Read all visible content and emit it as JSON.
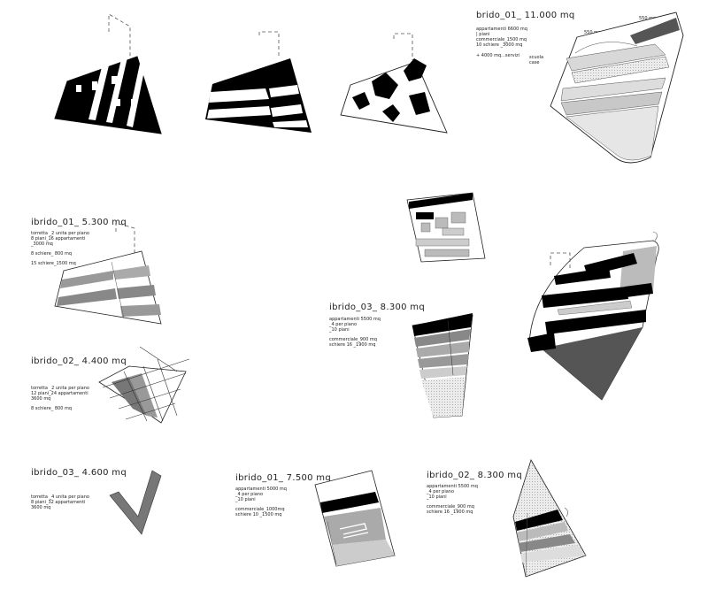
{
  "panels": {
    "brido_01_11000": {
      "title": "brido_01_ 11.000 mq",
      "lines": [
        "appartamenti 6600 mq",
        "| piani",
        "commerciale_1500 mq",
        "10 schiere      _3000 mq",
        "",
        "+ 4000 mq...servizi"
      ],
      "side_note_1": "scuola",
      "side_note_2": "case",
      "map_label_1": "550 mq",
      "map_label_2": "550 mq"
    },
    "ibrido_01_5300": {
      "title": "ibrido_01_ 5.300 mq",
      "lines": [
        "torretta _2 unita per piano",
        "8 piani_16 appartamenti",
        "_3000 mq",
        "",
        "8 schiere_ 800 mq",
        "",
        "15 schiere_1500 mq"
      ]
    },
    "ibrido_02_4400": {
      "title": "ibrido_02_ 4.400 mq",
      "lines": [
        "torretta _2 unita per piano",
        "12 piani_24 appartamenti",
        "3600 mq",
        "",
        "8 schiere_ 800 mq"
      ]
    },
    "ibrido_03_4600": {
      "title": "ibrido_03_ 4.600 mq",
      "lines": [
        "torretta _4 unita per piano",
        "8 piani_32 appartamenti",
        "3600 mq"
      ]
    },
    "ibrido_03_8300": {
      "title": "ibrido_03_ 8.300 mq",
      "lines": [
        "appartamenti 5500 mq",
        "_4 per piano",
        "_10 piani",
        "",
        "commerciale_900 mq",
        "schiere  16      _1900 mq"
      ]
    },
    "ibrido_01_7500": {
      "title": "ibrido_01_ 7.500 mq",
      "lines": [
        "appartamenti 5000 mq",
        "_4 per piano",
        "_10 piani",
        "",
        "commerciale_1000mq",
        "schiere  10      _1500 mq"
      ]
    },
    "ibrido_02_8300": {
      "title": "ibrido_02_ 8.300 mq",
      "lines": [
        "appartamenti 5500 mq",
        "_4 per piano",
        "_10 piani",
        "",
        "commerciale_900 mq",
        "schiere  16      _1900 mq"
      ]
    }
  }
}
